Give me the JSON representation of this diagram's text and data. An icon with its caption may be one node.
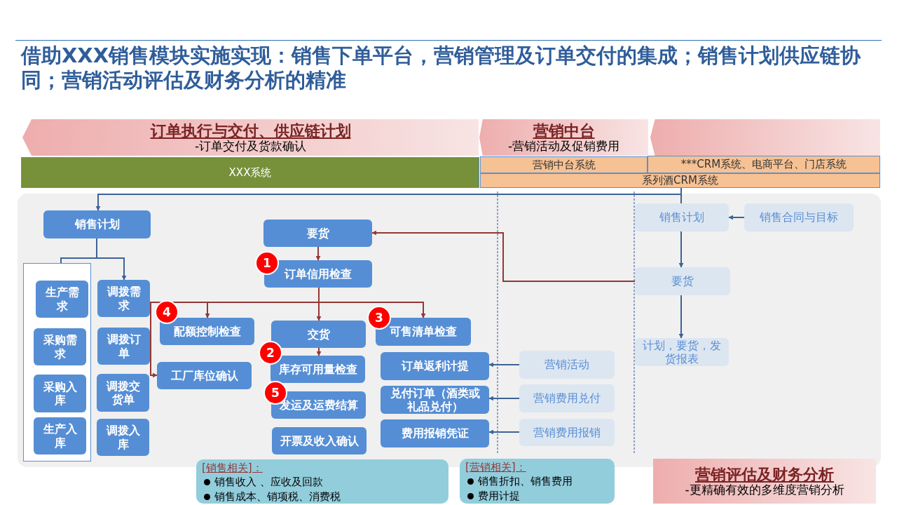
{
  "diagram": {
    "title": "借助XXX销售模块实施实现：销售下单平台，营销管理及订单交付的集成；销售计划供应链协同；营销活动评估及财务分析的精准",
    "nodes": [
      {
        "text": [
          "订单执行与交付、供应链计划",
          "-订单交付及货款确认"
        ]
      },
      {
        "text": [
          "营销中台",
          "-营销活动及促销费用"
        ]
      },
      {
        "text": [],
        "shape": "band"
      },
      {
        "text": [
          "XXX系统"
        ]
      },
      {
        "text": [
          "营销中台系统"
        ]
      },
      {
        "text": [
          "***CRM系统、电商平台、门店系统"
        ]
      },
      {
        "text": [
          "系列酒CRM系统"
        ]
      },
      {
        "text": [
          "销售计划"
        ]
      },
      {
        "text": [],
        "shape": "box"
      },
      {
        "text": [
          "生产需求"
        ],
        "in": 8
      },
      {
        "text": [
          "采购需求"
        ],
        "in": 8
      },
      {
        "text": [
          "采购入库"
        ],
        "in": 8
      },
      {
        "text": [
          "生产入库"
        ],
        "in": 8
      },
      {
        "text": [
          "调拨需求"
        ]
      },
      {
        "text": [
          "调拨订单"
        ]
      },
      {
        "text": [
          "调拨交货单"
        ]
      },
      {
        "text": [
          "调拨入库"
        ]
      },
      {
        "text": [
          "要货"
        ]
      },
      {
        "text": [
          "订单信用检查"
        ]
      },
      {
        "text": [
          "配额控制检查"
        ]
      },
      {
        "text": [
          "工厂库位确认"
        ]
      },
      {
        "text": [
          "交货"
        ]
      },
      {
        "text": [
          "库存可用量检查"
        ]
      },
      {
        "text": [
          "发运及运费结算"
        ]
      },
      {
        "text": [
          "开票及收入确认"
        ]
      },
      {
        "text": [
          "可售清单检查"
        ]
      },
      {
        "text": [
          "订单返利计提"
        ]
      },
      {
        "text": [
          "兑付订单（酒类或礼品兑付）"
        ]
      },
      {
        "text": [
          "费用报销凭证"
        ]
      },
      {
        "text": [
          "营销活动"
        ]
      },
      {
        "text": [
          "营销费用兑付"
        ]
      },
      {
        "text": [
          "营销费用报销"
        ]
      },
      {
        "text": [
          "销售计划"
        ]
      },
      {
        "text": [
          "销售合同与目标"
        ]
      },
      {
        "text": [
          "要货"
        ]
      },
      {
        "text": [
          "计划，要货，发货报表"
        ]
      },
      {
        "text": [
          "[销售相关]：",
          "销售收入 、应收及回款",
          "销售成本、销项税、消费税"
        ]
      },
      {
        "text": [
          "[营销相关]：",
          "销售折扣、销售费用",
          "费用计提"
        ]
      },
      {
        "text": [
          "营销评估及财务分析",
          "-更精确有效的多维度营销分析"
        ]
      }
    ],
    "edges": [
      {
        "from": 6,
        "to": 7,
        "arrow": "to"
      },
      {
        "from": 6,
        "to": 32,
        "arrow": "none"
      },
      {
        "from": 7,
        "to": 9,
        "arrow": "to"
      },
      {
        "from": 7,
        "to": 13,
        "arrow": "to"
      },
      {
        "from": 17,
        "to": 18,
        "arrow": "to",
        "color": "#953735"
      },
      {
        "from": 18,
        "to": 19,
        "arrow": "to",
        "color": "#953735"
      },
      {
        "from": 18,
        "to": 20,
        "arrow": "to",
        "color": "#953735"
      },
      {
        "from": 18,
        "to": 21,
        "arrow": "to",
        "color": "#953735"
      },
      {
        "from": 18,
        "to": 25,
        "arrow": "to",
        "color": "#953735"
      },
      {
        "from": 21,
        "to": 22,
        "arrow": "to",
        "color": "#953735"
      },
      {
        "from": 34,
        "to": 17,
        "arrow": "to",
        "color": "#953735"
      },
      {
        "from": 32,
        "to": 34,
        "arrow": "to"
      },
      {
        "from": 34,
        "to": 35,
        "arrow": "to"
      },
      {
        "from": 33,
        "to": 32,
        "arrow": "to"
      },
      {
        "from": 29,
        "to": 26,
        "arrow": "to"
      },
      {
        "from": 30,
        "to": 27,
        "arrow": "to"
      },
      {
        "from": 31,
        "to": 28,
        "arrow": "to"
      }
    ],
    "labels": [
      "1",
      "4",
      "3",
      "2",
      "5"
    ]
  }
}
